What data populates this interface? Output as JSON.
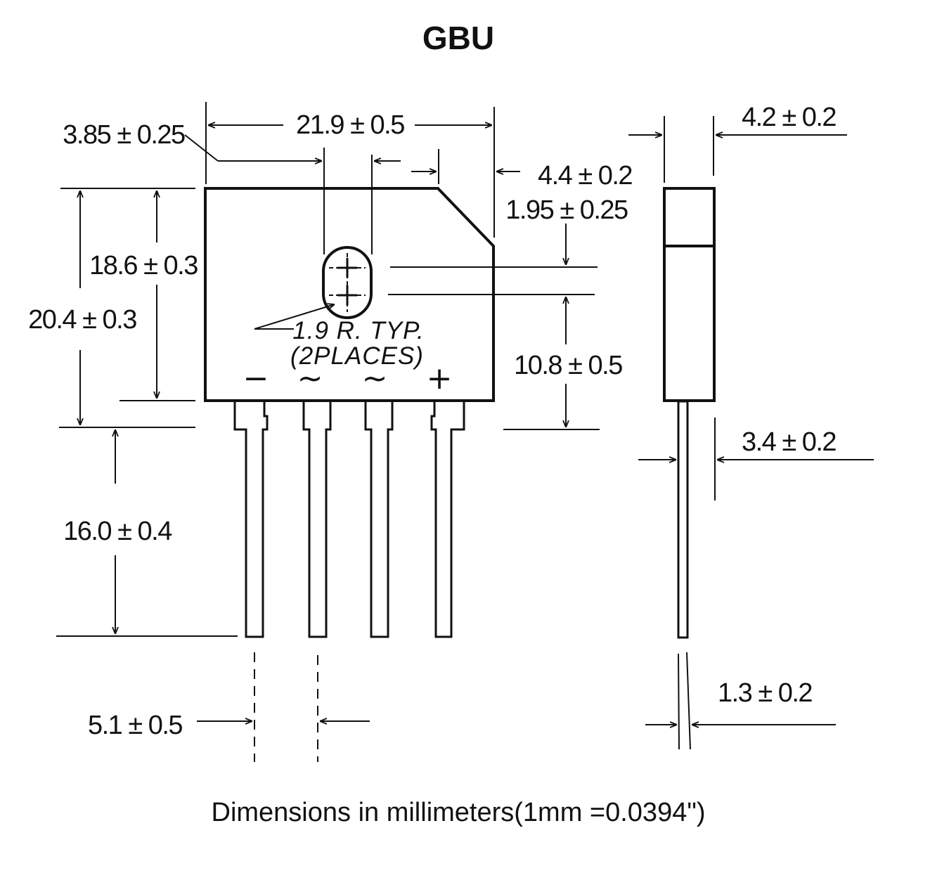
{
  "title": "GBU",
  "caption": "Dimensions in millimeters(1mm =0.0394\")",
  "dimensions": {
    "body_width": "21.9 ± 0.5",
    "hole_offset_left": "3.85 ± 0.25",
    "hole_offset_right": "4.4  ± 0.2",
    "chamfer_height": "1.95 ± 0.25",
    "hole_to_body_top": "18.6 ± 0.3",
    "body_height": "20.4 ± 0.3",
    "hole_to_lead_base": "10.8 ± 0.5",
    "lead_length": "16.0 ± 0.4",
    "lead_pitch": "5.1 ± 0.5",
    "side_thickness": "4.2  ± 0.2",
    "lead_stub_width": "3.4  ± 0.2",
    "lead_thickness": "1.3 ± 0.2"
  },
  "hole_note": {
    "line1": "1.9 R. TYP.",
    "line2": "(2PLACES)"
  },
  "pin_labels": [
    "−",
    "~",
    "~",
    "+"
  ]
}
